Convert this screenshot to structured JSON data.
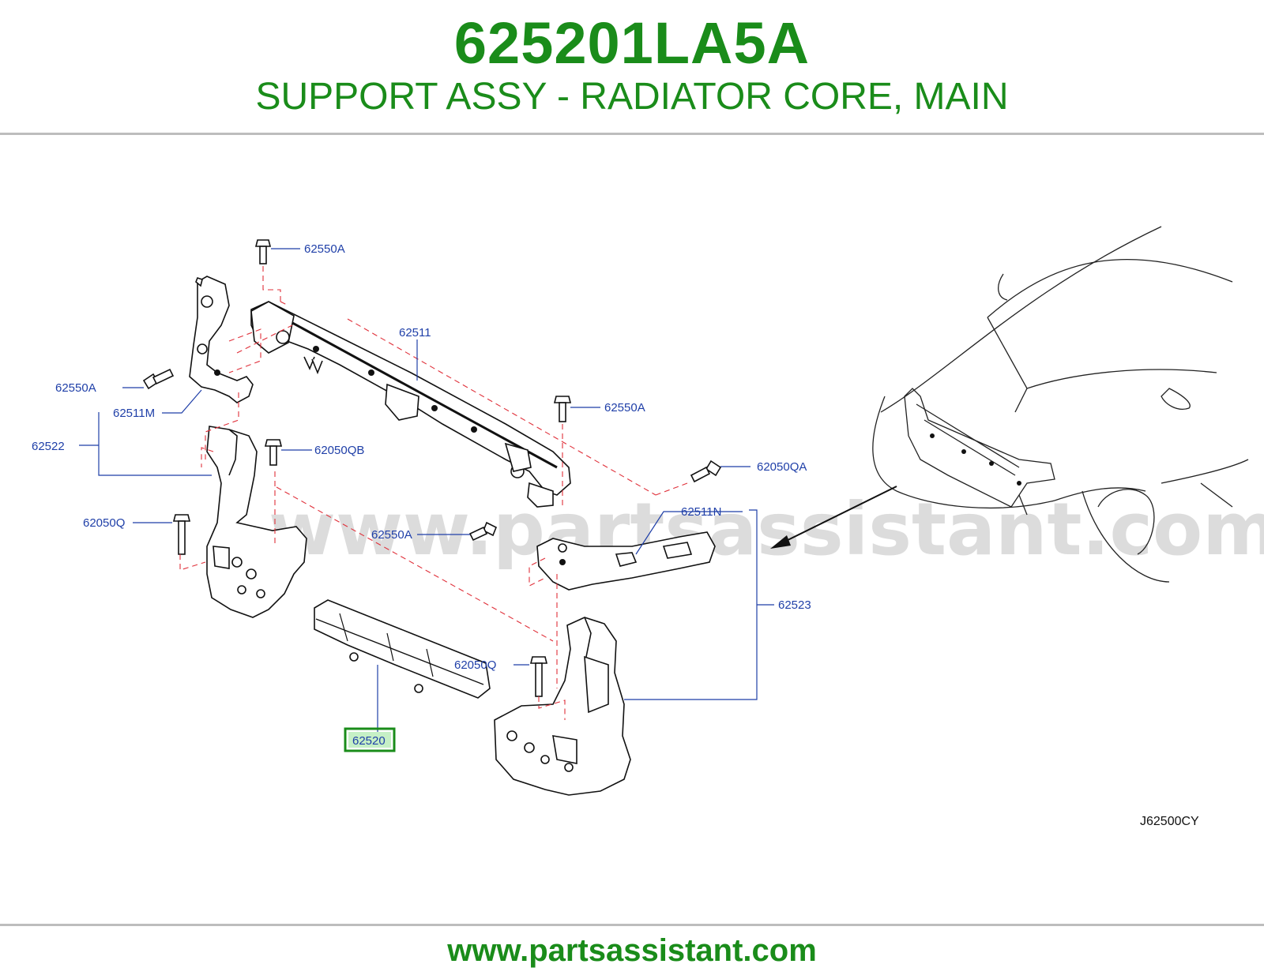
{
  "header": {
    "part_number": "625201LA5A",
    "part_name": "SUPPORT ASSY - RADIATOR CORE, MAIN"
  },
  "watermark": "www.partsassistant.com",
  "diagram_code": "J62500CY",
  "callouts": {
    "c62550A_top": "62550A",
    "c62511": "62511",
    "c62550A_left": "62550A",
    "c62511M": "62511M",
    "c62522": "62522",
    "c62550A_mid": "62550A",
    "c62050QB": "62050QB",
    "c62050QA": "62050QA",
    "c62050Q_left": "62050Q",
    "c62511N": "62511N",
    "c62550A_center": "62550A",
    "c62523": "62523",
    "c62050Q_right": "62050Q",
    "c62520": "62520"
  },
  "highlight_color": "#1a8c1a",
  "footer": {
    "url": "www.partsassistant.com"
  }
}
